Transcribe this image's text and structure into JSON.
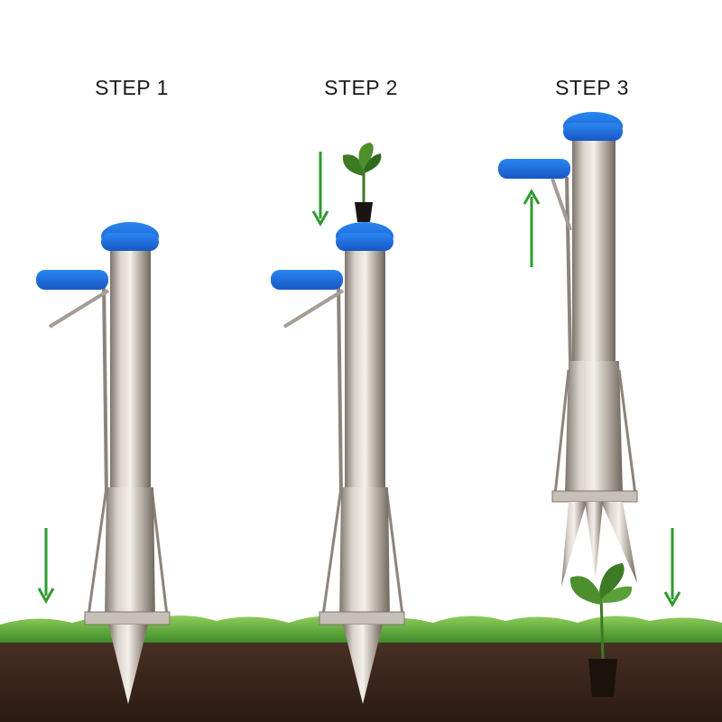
{
  "steps": [
    {
      "label": "STEP 1"
    },
    {
      "label": "STEP 2"
    },
    {
      "label": "STEP 3"
    }
  ],
  "colors": {
    "handle_blue": "#1e6fe0",
    "arrow_green": "#2e9a2e",
    "grass_green": "#5aa83a",
    "soil_brown": "#3a261c",
    "steel": "#b9b2ab"
  },
  "icons": {
    "arrow_down": "arrow-down-icon",
    "arrow_up": "arrow-up-icon"
  }
}
